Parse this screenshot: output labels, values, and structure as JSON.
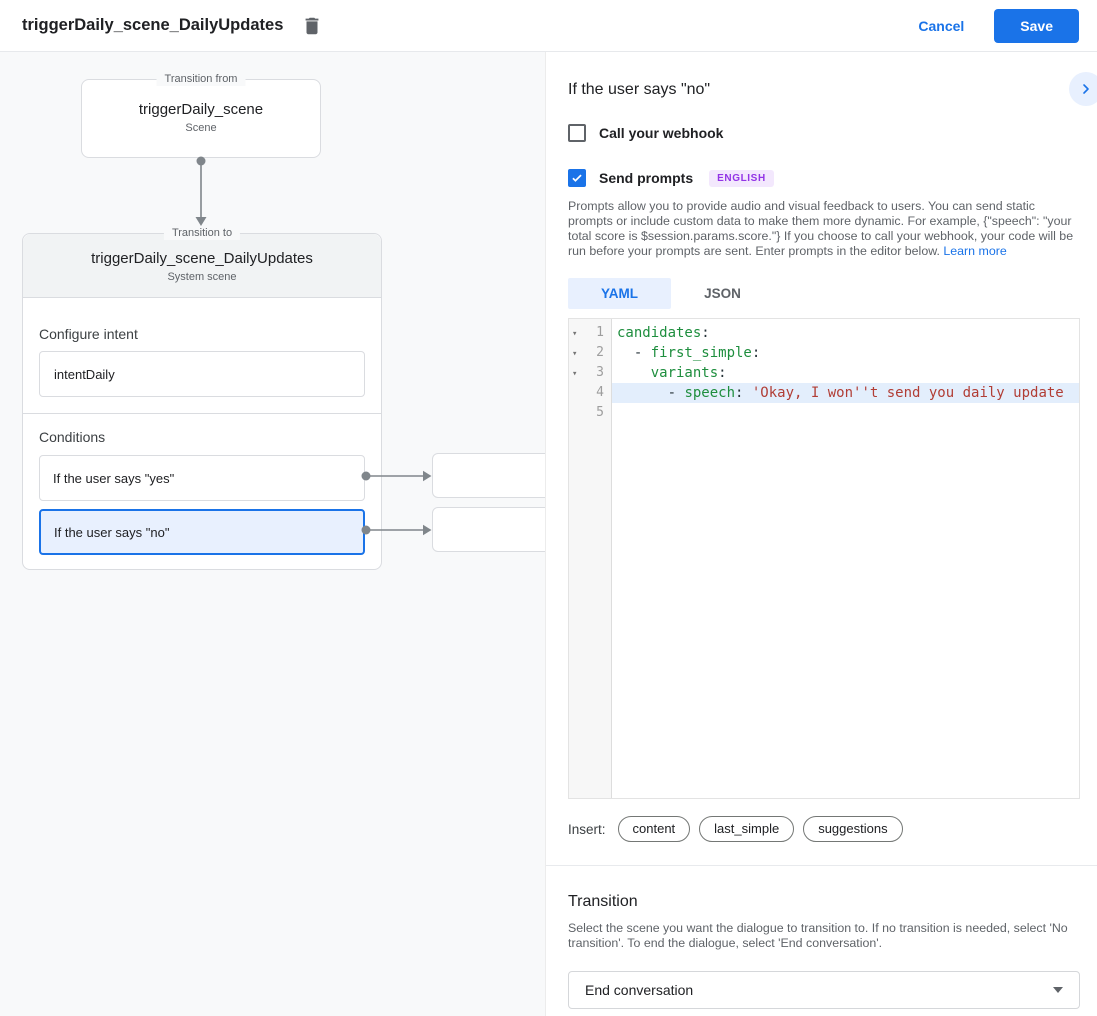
{
  "topbar": {
    "title": "triggerDaily_scene_DailyUpdates",
    "cancel_label": "Cancel",
    "save_label": "Save"
  },
  "colors": {
    "accent_blue": "#1a73e8",
    "selected_bg": "#e8f0fe",
    "badge_purple": "#9334e6",
    "code_key_green": "#1e8e3e",
    "code_string_red": "#b13d35"
  },
  "canvas": {
    "from_card": {
      "legend": "Transition from",
      "title": "triggerDaily_scene",
      "subtitle": "Scene"
    },
    "to_card": {
      "legend": "Transition to",
      "title": "triggerDaily_scene_DailyUpdates",
      "subtitle": "System scene",
      "configure_intent_label": "Configure intent",
      "intent_value": "intentDaily",
      "conditions_label": "Conditions",
      "conditions": [
        {
          "label": "If the user says \"yes\""
        },
        {
          "label": "If the user says \"no\""
        }
      ]
    }
  },
  "panel": {
    "title": "If the user says \"no\"",
    "webhook_label": "Call your webhook",
    "send_prompts_label": "Send prompts",
    "language_badge": "ENGLISH",
    "description": "Prompts allow you to provide audio and visual feedback to users. You can send static prompts or include custom data to make them more dynamic. For example, {\"speech\": \"your total score is $session.params.score.\"} If you choose to call your webhook, your code will be run before your prompts are sent. Enter prompts in the editor below.",
    "learn_more_label": "Learn more",
    "tabs": [
      {
        "label": "YAML"
      },
      {
        "label": "JSON"
      }
    ],
    "editor": {
      "line_numbers": [
        "1",
        "2",
        "3",
        "4",
        "5"
      ],
      "fold_glyph": "▾",
      "lines": {
        "l1": {
          "key": "candidates",
          "suffix": ":"
        },
        "l2": {
          "prefix": "  - ",
          "key": "first_simple",
          "suffix": ":"
        },
        "l3": {
          "prefix": "    ",
          "key": "variants",
          "suffix": ":"
        },
        "l4": {
          "prefix": "      - ",
          "key": "speech",
          "suffix": ": ",
          "string": "'Okay, I won''t send you daily update"
        }
      }
    },
    "insert_label": "Insert:",
    "insert_chips": [
      "content",
      "last_simple",
      "suggestions"
    ],
    "transition": {
      "heading": "Transition",
      "description": "Select the scene you want the dialogue to transition to. If no transition is needed, select 'No transition'. To end the dialogue, select 'End conversation'.",
      "dropdown_value": "End conversation"
    }
  }
}
